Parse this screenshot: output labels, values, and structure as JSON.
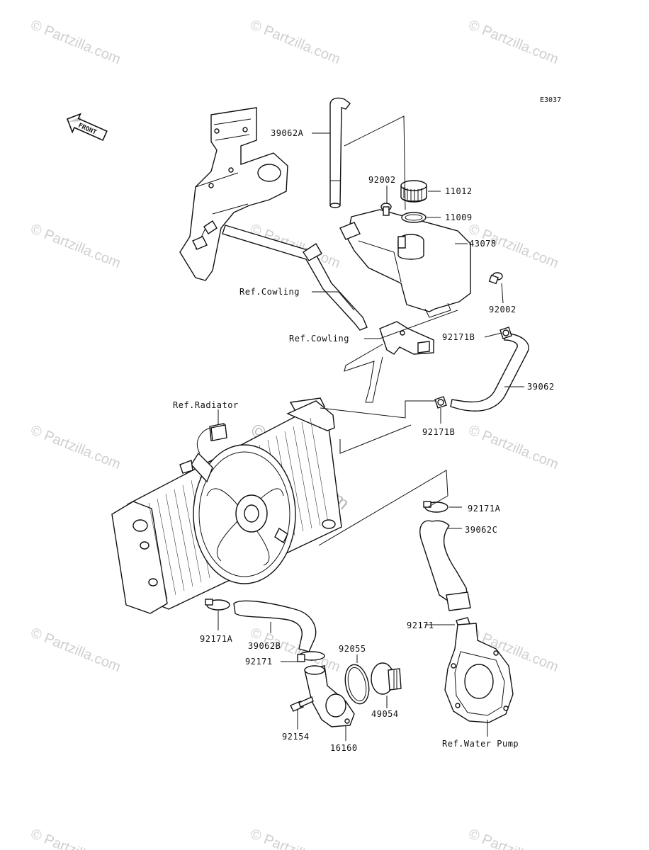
{
  "diagram_code": "E3037",
  "front_label": "FRONT",
  "watermark": "© Partzilla.com",
  "center_watermark": "© partzilla.com",
  "labels": {
    "p39062A": "39062A",
    "p92002_top": "92002",
    "p11012": "11012",
    "p11009": "11009",
    "p43078": "43078",
    "p92002_right": "92002",
    "ref_cowling_1": "Ref.Cowling",
    "ref_cowling_2": "Ref.Cowling",
    "p92171B_1": "92171B",
    "p39062": "39062",
    "ref_radiator": "Ref.Radiator",
    "p92171B_2": "92171B",
    "p92171A_right": "92171A",
    "p39062C": "39062C",
    "p92171_right": "92171",
    "p92171A_left": "92171A",
    "p39062B": "39062B",
    "p92055": "92055",
    "p92171_left": "92171",
    "p49054": "49054",
    "p92154": "92154",
    "p16160": "16160",
    "ref_water_pump": "Ref.Water Pump"
  }
}
